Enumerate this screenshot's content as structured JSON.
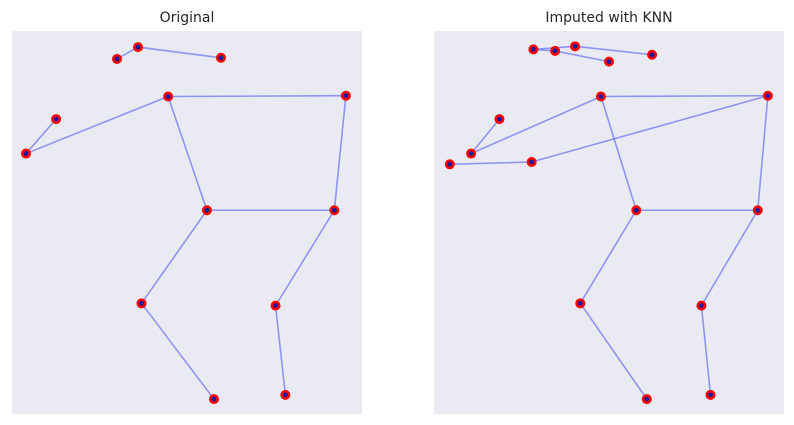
{
  "colors": {
    "axes_bg": "#eaeaf2",
    "bone": "#4f5cf0",
    "joint_outer": "#ff0000",
    "joint_inner": "#1a1aa0"
  },
  "chart_data": [
    {
      "type": "scatter",
      "title": "Original",
      "xlim": [
        0,
        100
      ],
      "ylim": [
        0,
        100
      ],
      "grid": false,
      "points": [
        {
          "x": 30.0,
          "y": 92.7
        },
        {
          "x": 36.0,
          "y": 95.8
        },
        {
          "x": 59.7,
          "y": 93.0
        },
        {
          "x": 12.6,
          "y": 77.0
        },
        {
          "x": 4.0,
          "y": 68.0
        },
        {
          "x": 44.6,
          "y": 82.9
        },
        {
          "x": 95.4,
          "y": 83.1
        },
        {
          "x": 55.7,
          "y": 53.2
        },
        {
          "x": 92.1,
          "y": 53.2
        },
        {
          "x": 37.0,
          "y": 28.9
        },
        {
          "x": 75.3,
          "y": 28.3
        },
        {
          "x": 57.7,
          "y": 3.9
        },
        {
          "x": 78.1,
          "y": 5.0
        }
      ],
      "edges": [
        [
          0,
          1
        ],
        [
          1,
          2
        ],
        [
          3,
          4
        ],
        [
          4,
          5
        ],
        [
          5,
          6
        ],
        [
          5,
          7
        ],
        [
          6,
          8
        ],
        [
          7,
          8
        ],
        [
          7,
          9
        ],
        [
          9,
          11
        ],
        [
          8,
          10
        ],
        [
          10,
          12
        ]
      ]
    },
    {
      "type": "scatter",
      "title": "Imputed with KNN",
      "xlim": [
        0,
        100
      ],
      "ylim": [
        0,
        100
      ],
      "grid": false,
      "points": [
        {
          "x": 28.4,
          "y": 95.2
        },
        {
          "x": 34.6,
          "y": 94.8
        },
        {
          "x": 40.3,
          "y": 96.0
        },
        {
          "x": 50.0,
          "y": 92.0
        },
        {
          "x": 62.3,
          "y": 93.8
        },
        {
          "x": 18.7,
          "y": 77.0
        },
        {
          "x": 10.6,
          "y": 68.0
        },
        {
          "x": 4.5,
          "y": 65.2
        },
        {
          "x": 27.9,
          "y": 65.8
        },
        {
          "x": 47.7,
          "y": 82.9
        },
        {
          "x": 95.4,
          "y": 83.1
        },
        {
          "x": 57.8,
          "y": 53.2
        },
        {
          "x": 92.5,
          "y": 53.2
        },
        {
          "x": 41.8,
          "y": 28.9
        },
        {
          "x": 76.4,
          "y": 28.3
        },
        {
          "x": 60.8,
          "y": 3.9
        },
        {
          "x": 79.0,
          "y": 5.0
        }
      ],
      "edges": [
        [
          0,
          1
        ],
        [
          1,
          3
        ],
        [
          0,
          2
        ],
        [
          2,
          4
        ],
        [
          5,
          6
        ],
        [
          6,
          9
        ],
        [
          9,
          10
        ],
        [
          10,
          8
        ],
        [
          8,
          7
        ],
        [
          9,
          11
        ],
        [
          10,
          12
        ],
        [
          11,
          12
        ],
        [
          11,
          13
        ],
        [
          13,
          15
        ],
        [
          12,
          14
        ],
        [
          14,
          16
        ]
      ]
    }
  ]
}
